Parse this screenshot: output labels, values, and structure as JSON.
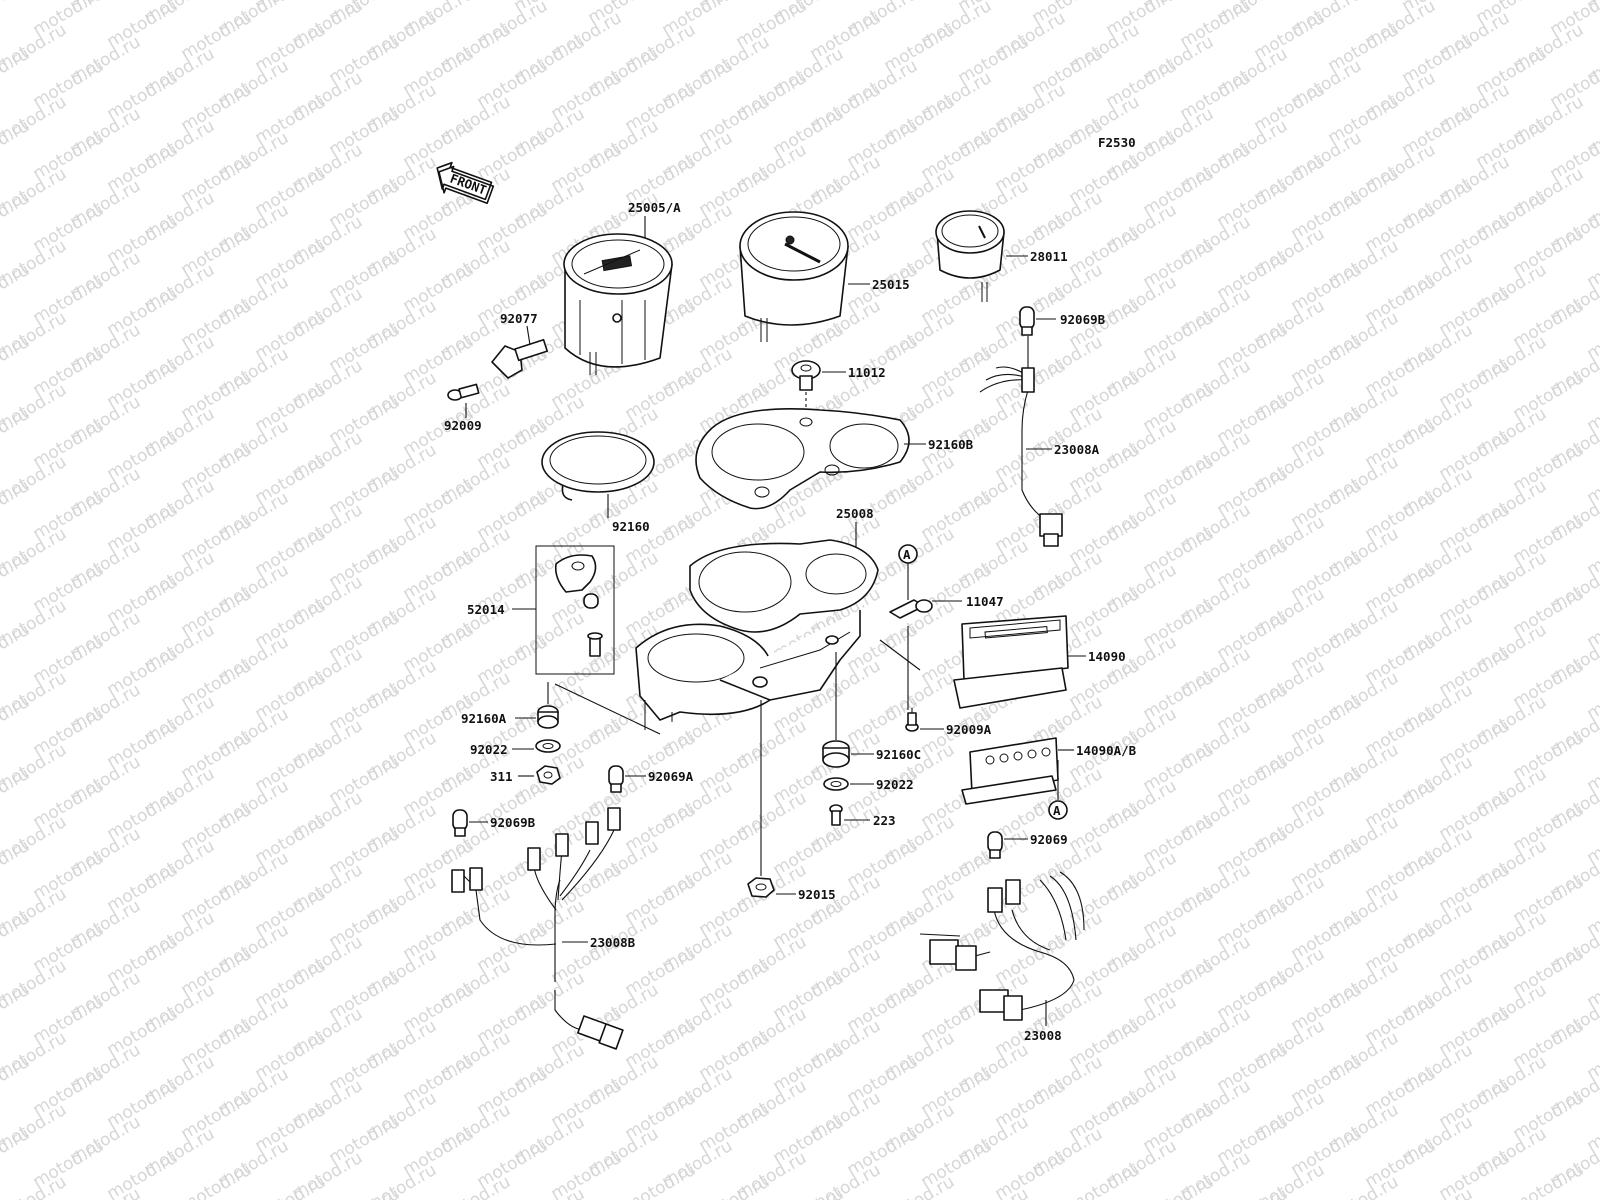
{
  "diagram": {
    "code": "F2530",
    "front_label": "FRONT",
    "watermark_text": "motod.ru",
    "ref_marker": "A",
    "parts": [
      {
        "key": "p25005",
        "label": "25005/A"
      },
      {
        "key": "p25015",
        "label": "25015"
      },
      {
        "key": "p28011",
        "label": "28011"
      },
      {
        "key": "p92077",
        "label": "92077"
      },
      {
        "key": "p92009",
        "label": "92009"
      },
      {
        "key": "p92069B_top",
        "label": "92069B"
      },
      {
        "key": "p11012",
        "label": "11012"
      },
      {
        "key": "p92160B",
        "label": "92160B"
      },
      {
        "key": "p23008A",
        "label": "23008A"
      },
      {
        "key": "p92160",
        "label": "92160"
      },
      {
        "key": "p25008",
        "label": "25008"
      },
      {
        "key": "p52014",
        "label": "52014"
      },
      {
        "key": "p11047",
        "label": "11047"
      },
      {
        "key": "p14090",
        "label": "14090"
      },
      {
        "key": "p92160A",
        "label": "92160A"
      },
      {
        "key": "p92009A",
        "label": "92009A"
      },
      {
        "key": "p92022_left",
        "label": "92022"
      },
      {
        "key": "p92160C",
        "label": "92160C"
      },
      {
        "key": "p14090AB",
        "label": "14090A/B"
      },
      {
        "key": "p311",
        "label": "311"
      },
      {
        "key": "p92069A",
        "label": "92069A"
      },
      {
        "key": "p92022_right",
        "label": "92022"
      },
      {
        "key": "p92069B_bot",
        "label": "92069B"
      },
      {
        "key": "p223",
        "label": "223"
      },
      {
        "key": "p92069",
        "label": "92069"
      },
      {
        "key": "p92015",
        "label": "92015"
      },
      {
        "key": "p23008B",
        "label": "23008B"
      },
      {
        "key": "p23008",
        "label": "23008"
      }
    ]
  }
}
